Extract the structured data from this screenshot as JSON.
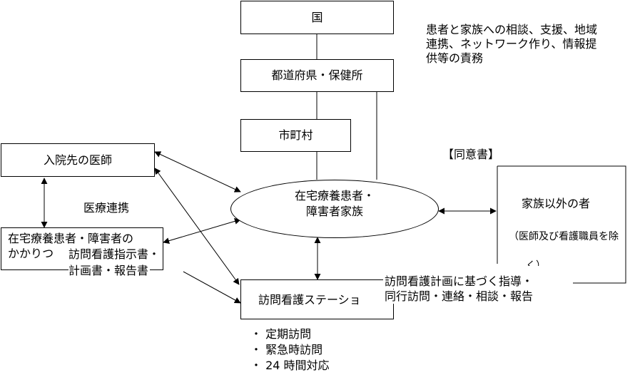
{
  "nodes": {
    "kuni": "国",
    "todofuken": "都道府県・保健所",
    "shichoson": "市町村",
    "doctor": "入院先の医師",
    "patient_line1": "在宅療養患者・",
    "patient_line2": "障害者家族",
    "family_other": "家族以外の者",
    "family_other_note": "（医師及び看護職員を除",
    "family_other_note2": "く）",
    "home_doctor_line1": "在宅療養患者・障害者の",
    "home_doctor_line2": "かかりつ",
    "station": "訪問看護ステーショ"
  },
  "labels": {
    "responsibility": [
      "患者と家族への相談、支援、地域",
      "連携、ネットワーク作り、情報提",
      "供等の責務"
    ],
    "medical_cooperation": "医療連携",
    "consent": "【同意書】",
    "instructions_line1": "訪問看護指示書・",
    "instructions_line2": "計画書・報告書",
    "guidance_line1": "訪問看護計画に基づく指導・",
    "guidance_line2": "同行訪問・連絡・相談・報告"
  },
  "services": [
    "・ 定期訪問",
    "・ 緊急時訪問",
    "・ 24 時間対応"
  ]
}
